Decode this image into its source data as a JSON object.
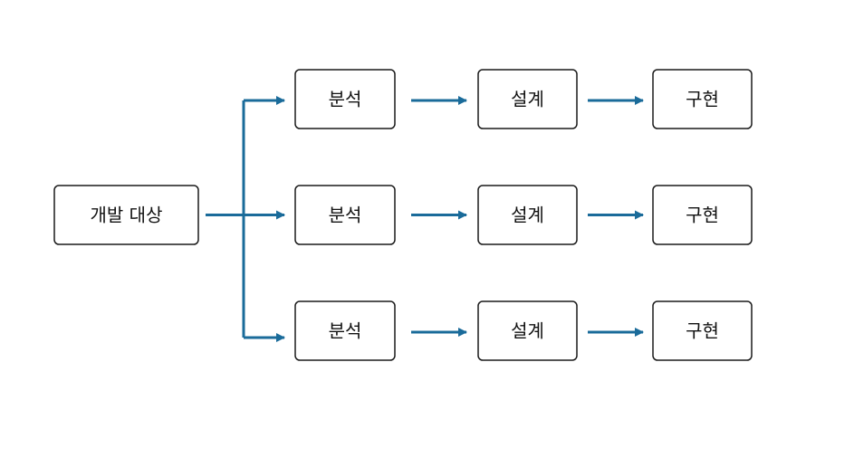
{
  "diagram": {
    "accent_color": "#1a6b9a",
    "source": {
      "label": "개발 대상"
    },
    "rows": [
      {
        "stages": [
          {
            "label": "분석"
          },
          {
            "label": "설계"
          },
          {
            "label": "구현"
          }
        ]
      },
      {
        "stages": [
          {
            "label": "분석"
          },
          {
            "label": "설계"
          },
          {
            "label": "구현"
          }
        ]
      },
      {
        "stages": [
          {
            "label": "분석"
          },
          {
            "label": "설계"
          },
          {
            "label": "구현"
          }
        ]
      }
    ]
  }
}
